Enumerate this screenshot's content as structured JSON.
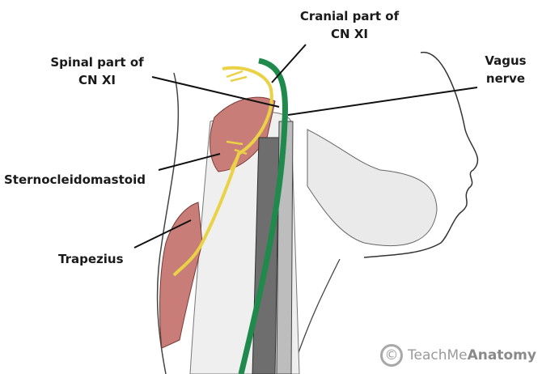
{
  "labels": {
    "cranial_line1": "Cranial part of",
    "cranial_line2": "CN XI",
    "spinal_line1": "Spinal part of",
    "spinal_line2": "CN XI",
    "vagus_line1": "Vagus",
    "vagus_line2": "nerve",
    "scm": "Sternocleidomastoid",
    "trapezius": "Trapezius"
  },
  "watermark": {
    "prefix": "TeachMe",
    "brand": "Anatomy",
    "symbol": "©"
  },
  "colors": {
    "muscle": "#c97d78",
    "vagus": "#1f8a4c",
    "accessory": "#e9d245",
    "outline": "#333333"
  }
}
